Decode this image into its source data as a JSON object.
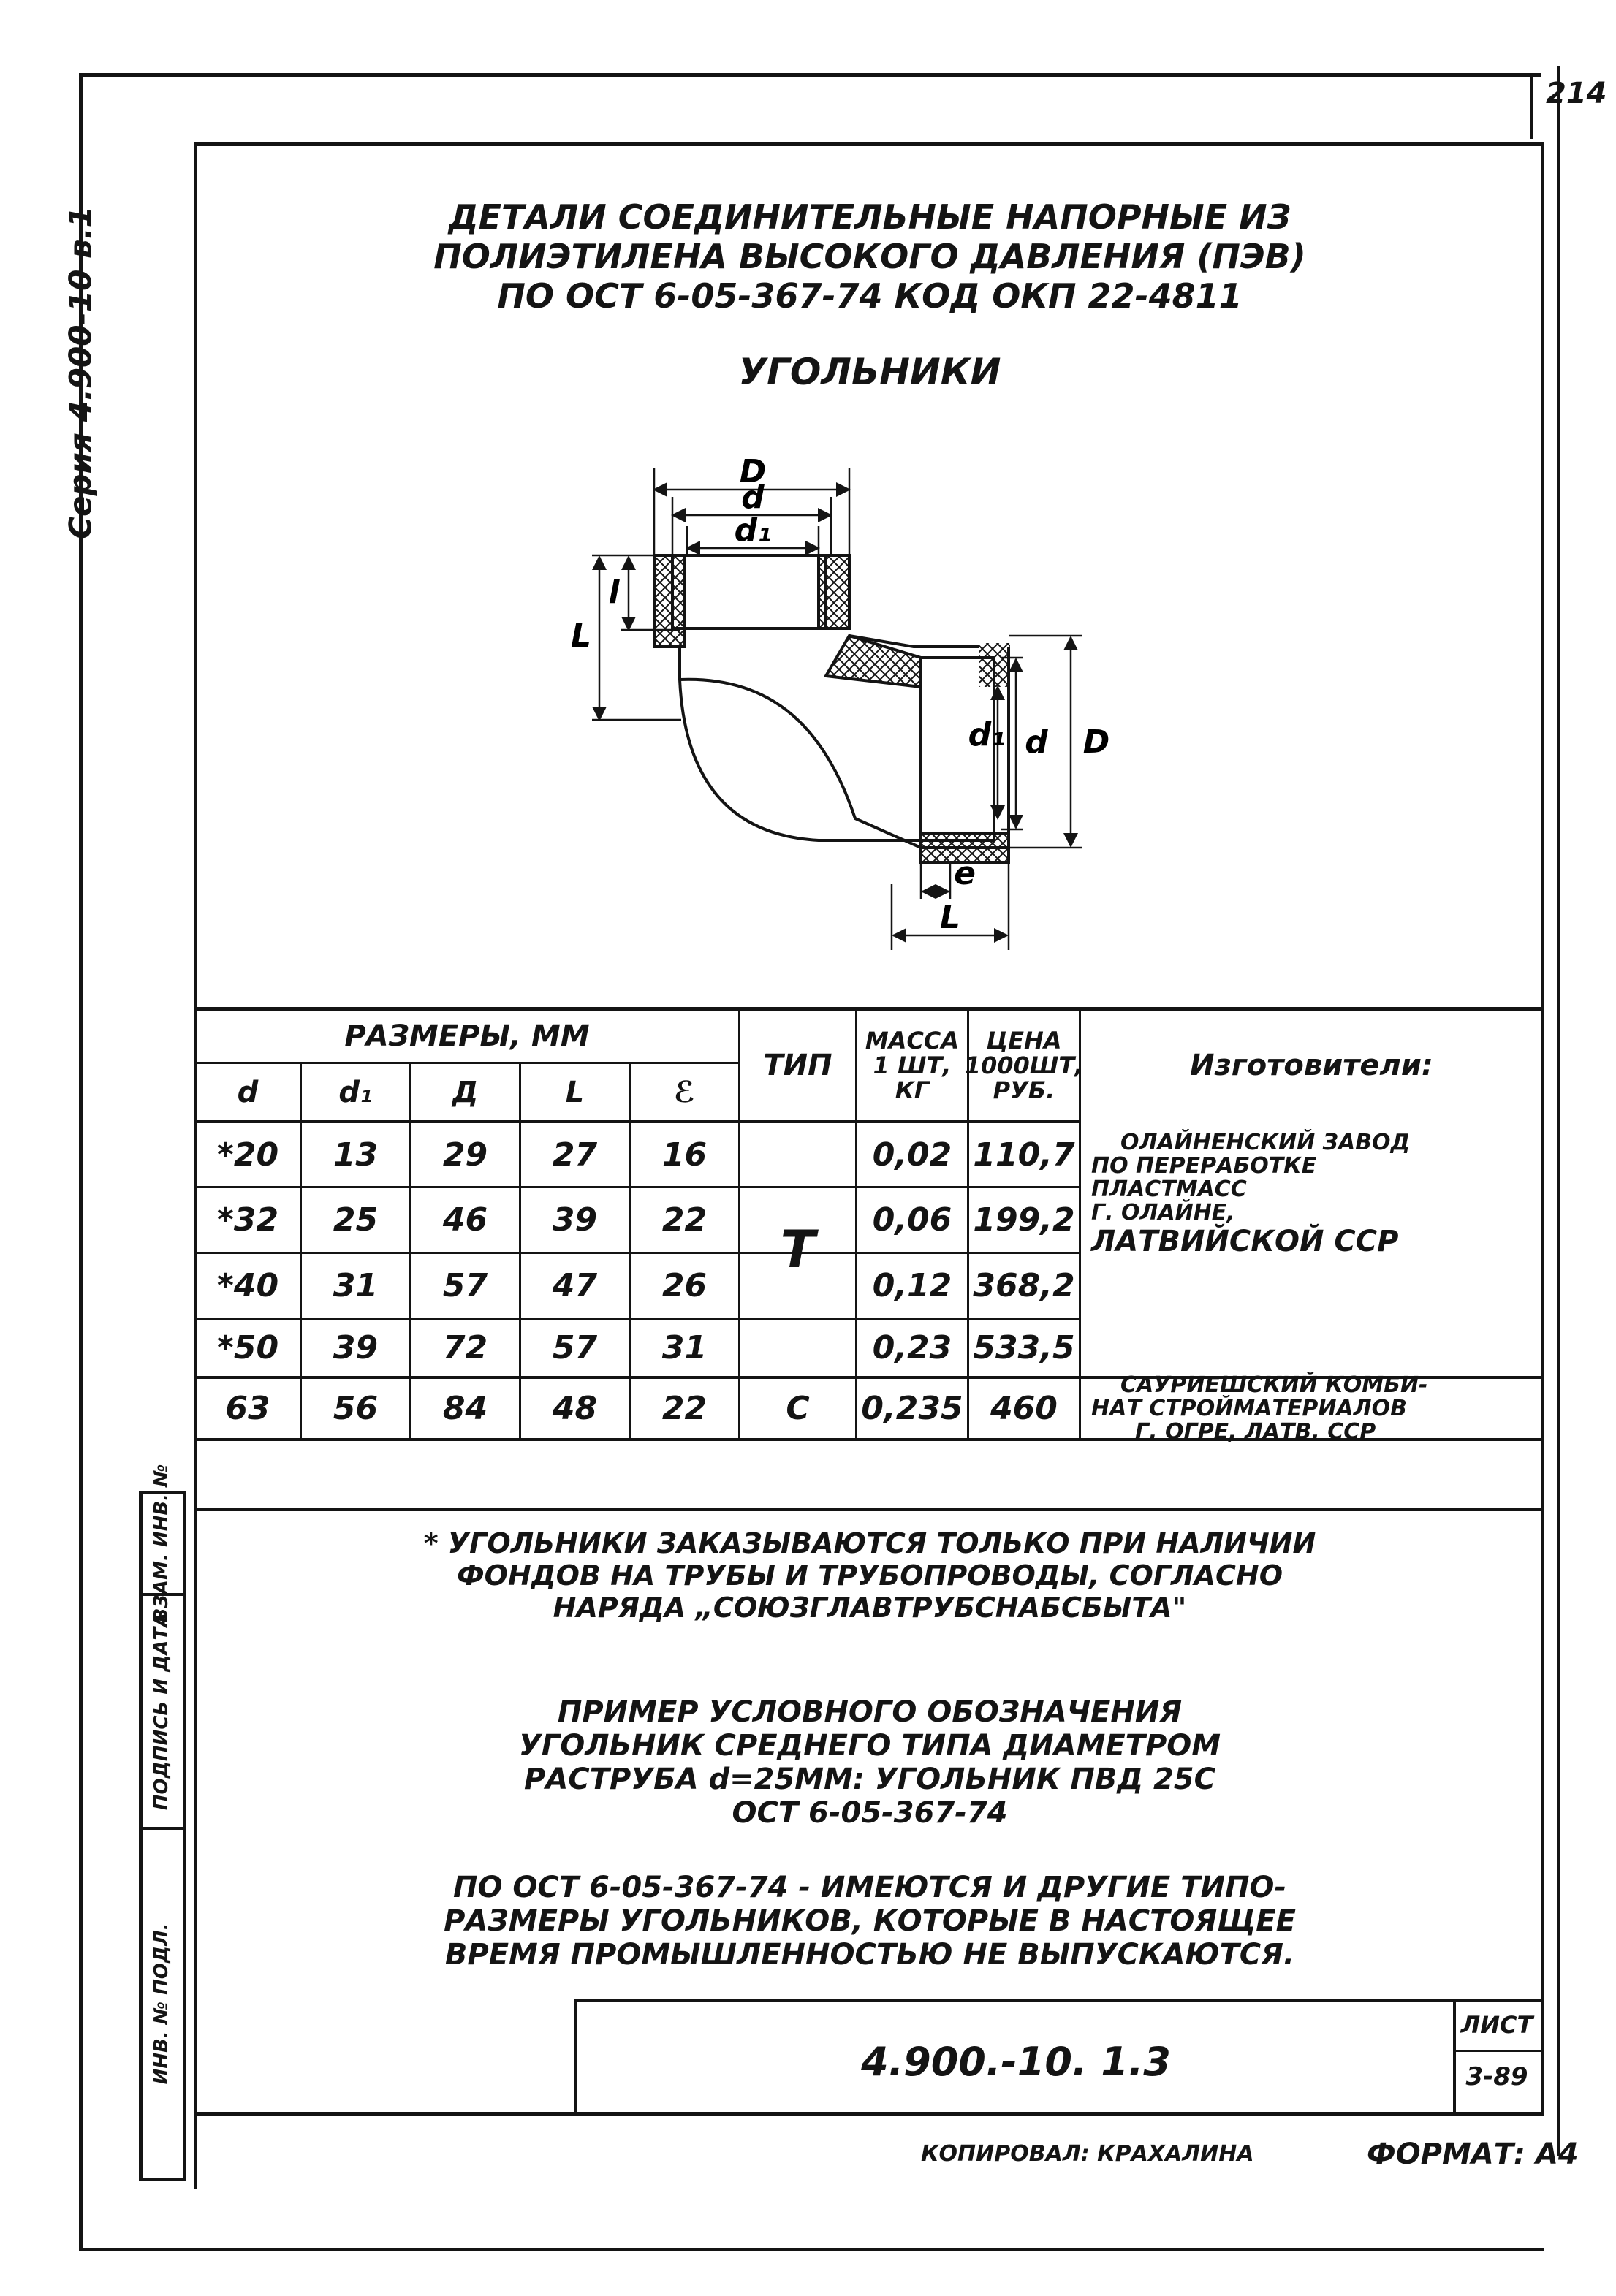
{
  "page_number": "214",
  "series_label": "Серия 4.900-10 в.1",
  "title": {
    "line1": "ДЕТАЛИ СОЕДИНИТЕЛЬНЫЕ НАПОРНЫЕ ИЗ",
    "line2": "ПОЛИЭТИЛЕНА ВЫСОКОГО ДАВЛЕНИЯ (ПЭВ)",
    "line3": "ПО ОСТ 6-05-367-74 КОД ОКП 22-4811"
  },
  "section_title": "УГОЛЬНИКИ",
  "drawing": {
    "labels": {
      "D": "D",
      "d": "d",
      "d1": "d₁",
      "l": "l",
      "L": "L",
      "e": "e"
    }
  },
  "table": {
    "group_header": "РАЗМЕРЫ, ММ",
    "columns": {
      "d": "d",
      "d1": "d₁",
      "D": "Д",
      "L": "L",
      "e": "ℰ",
      "type": "ТИП",
      "mass": [
        "МАССА",
        "1 ШТ,",
        "КГ"
      ],
      "price": [
        "ЦЕНА",
        "1000ШТ,",
        "РУБ."
      ],
      "maker": "Изготовители:"
    },
    "rows": [
      {
        "d": "*20",
        "d1": "13",
        "D": "29",
        "L": "27",
        "e": "16",
        "mass": "0,02",
        "price": "110,7"
      },
      {
        "d": "*32",
        "d1": "25",
        "D": "46",
        "L": "39",
        "e": "22",
        "mass": "0,06",
        "price": "199,2"
      },
      {
        "d": "*40",
        "d1": "31",
        "D": "57",
        "L": "47",
        "e": "26",
        "mass": "0,12",
        "price": "368,2"
      },
      {
        "d": "*50",
        "d1": "39",
        "D": "72",
        "L": "57",
        "e": "31",
        "mass": "0,23",
        "price": "533,5"
      },
      {
        "d": "63",
        "d1": "56",
        "D": "84",
        "L": "48",
        "e": "22",
        "type": "С",
        "mass": "0,235",
        "price": "460"
      }
    ],
    "type_T": "Т",
    "maker_1": [
      "ОЛАЙНЕНСКИЙ ЗАВОД",
      "ПО ПЕРЕРАБОТКЕ",
      "ПЛАСТМАСС",
      "Г. ОЛАЙНЕ,",
      "ЛАТВИЙСКОЙ ССР"
    ],
    "maker_2": [
      "САУРИЕШСКИЙ КОМБИ-",
      "НАТ СТРОЙМАТЕРИАЛОВ",
      "Г. ОГРЕ, ЛАТВ. ССР"
    ]
  },
  "footnote": [
    "* УГОЛЬНИКИ ЗАКАЗЫВАЮТСЯ ТОЛЬКО ПРИ НАЛИЧИИ",
    "ФОНДОВ НА ТРУБЫ И ТРУБОПРОВОДЫ, СОГЛАСНО",
    "НАРЯДА „СОЮЗГЛАВТРУБСНАБСБЫТА\""
  ],
  "example": [
    "ПРИМЕР УСЛОВНОГО ОБОЗНАЧЕНИЯ",
    "УГОЛЬНИК СРЕДНЕГО ТИПА ДИАМЕТРОМ",
    "РАСТРУБА d=25ММ: УГОЛЬНИК ПВД 25С",
    "ОСТ 6-05-367-74"
  ],
  "note": [
    "ПО ОСТ 6-05-367-74 - ИМЕЮТСЯ И ДРУГИЕ ТИПО-",
    "РАЗМЕРЫ УГОЛЬНИКОВ, КОТОРЫЕ В НАСТОЯЩЕЕ",
    "ВРЕМЯ ПРОМЫШЛЕННОСТЬЮ НЕ ВЫПУСКАЮТСЯ."
  ],
  "side_stamps": [
    "ВЗАМ. ИНВ. №",
    "ПОДПИСЬ И ДАТА",
    "ИНВ. № ПОДЛ."
  ],
  "doc_code": "4.900.-10. 1.3",
  "sheet_label": "ЛИСТ",
  "sheet_number": "3-89",
  "copied_by": "КОПИРОВАЛ: КРАХАЛИНА",
  "format": "ФОРМАТ: А4"
}
